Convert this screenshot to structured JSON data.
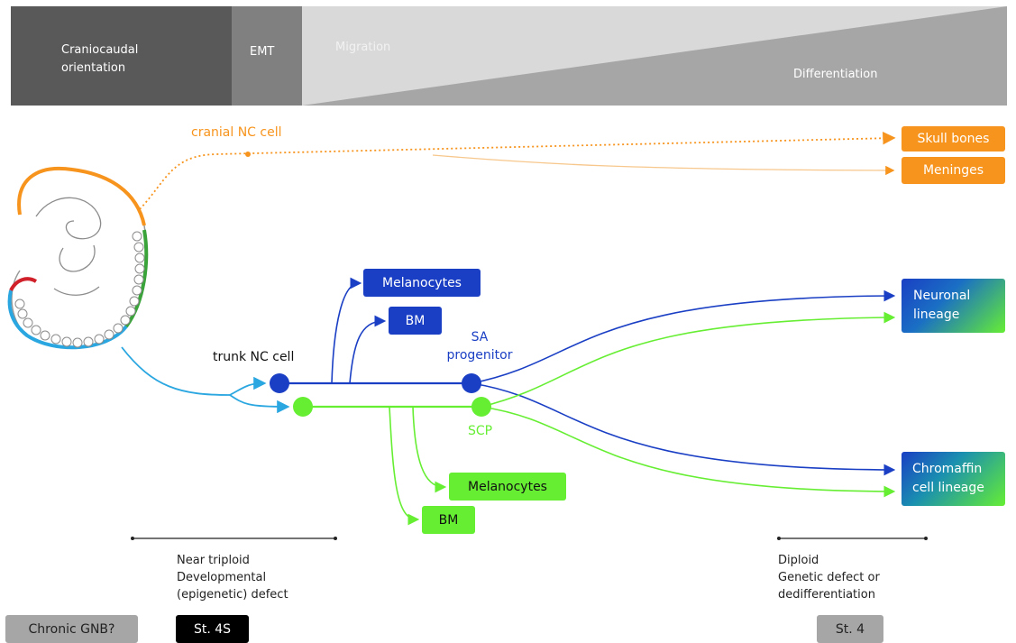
{
  "header": {
    "phase_1": "Craniocaudal\norientation",
    "phase_2": "EMT",
    "phase_3": "Migration",
    "phase_4": "Differentiation"
  },
  "cranial": {
    "label": "cranial NC cell",
    "targets": [
      "Skull bones",
      "Meninges"
    ]
  },
  "trunk": {
    "label": "trunk NC cell",
    "sa_label": "SA\nprogenitor",
    "scp_label": "SCP",
    "blue_targets": [
      "Melanocytes",
      "BM"
    ],
    "green_targets": [
      "Melanocytes",
      "BM"
    ],
    "lineages": [
      "Neuronal\nlineage",
      "Chromaffin\ncell lineage"
    ]
  },
  "bottom": {
    "left_text": "Near triploid\nDevelopmental\n(epigenetic) defect",
    "right_text": "Diploid\nGenetic defect or\ndedifferentiation",
    "chronic": "Chronic GNB?",
    "stage_4s": "St. 4S",
    "stage_4": "St. 4"
  },
  "colors": {
    "orange": "#f7941d",
    "dark_blue": "#1a3fc4",
    "green": "#66ee33",
    "cyan": "#2aa6e0"
  }
}
